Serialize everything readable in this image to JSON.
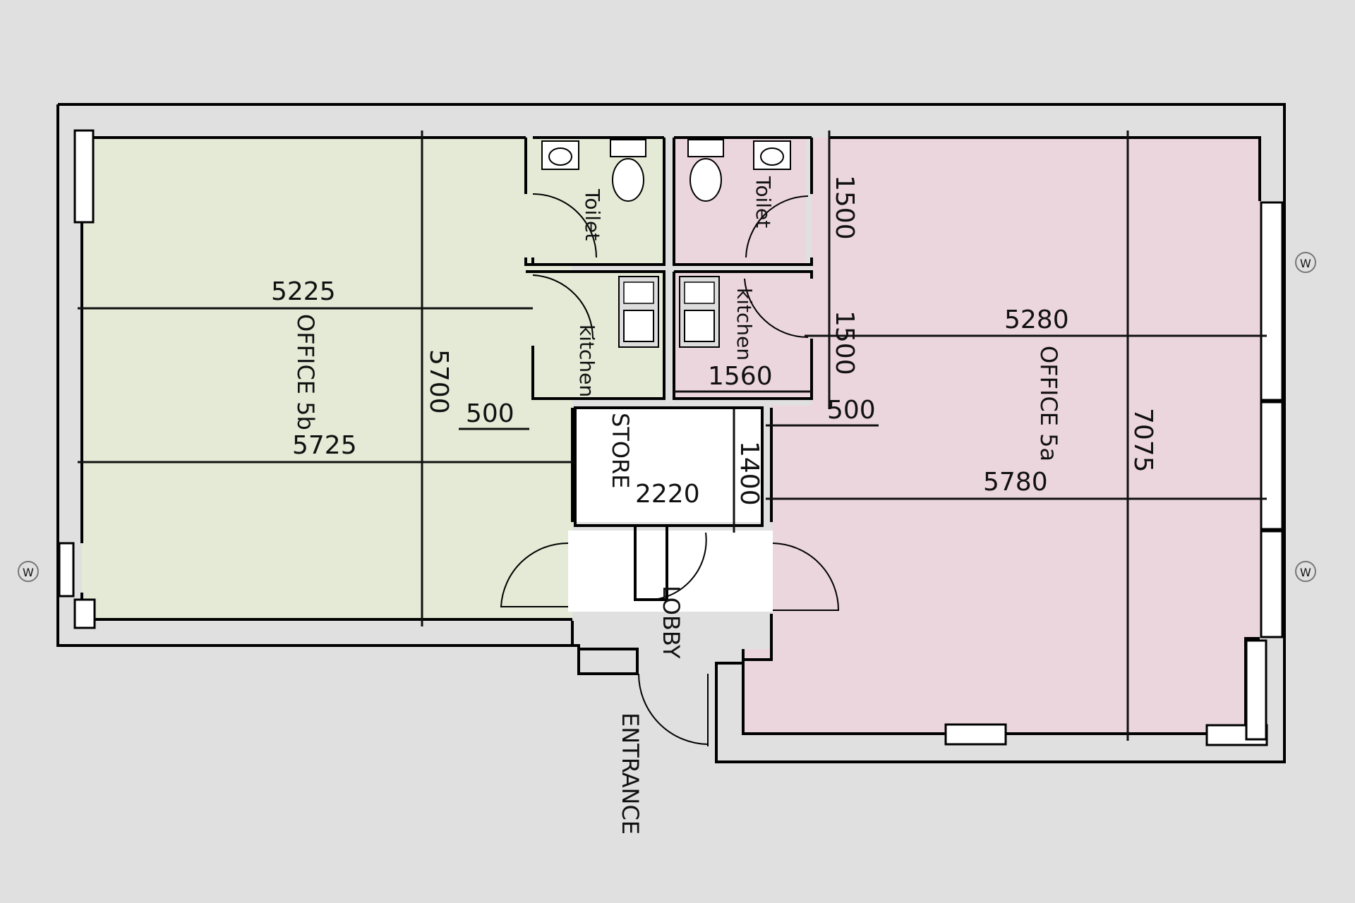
{
  "colors": {
    "background": "#e0e0e0",
    "office_5b_fill": "#e4ead6",
    "office_5a_fill": "#ecd6de",
    "lobby_fill": "#ffffff",
    "wall": "#000000",
    "text": "#111111"
  },
  "rooms": {
    "office_5b": "OFFICE 5b",
    "office_5a": "OFFICE 5a",
    "toilet_left": "Toilet",
    "toilet_right": "Toilet",
    "kitchen_left": "kitchen",
    "kitchen_right": "kitchen",
    "store": "STORE",
    "lobby": "LOBBY",
    "entrance": "ENTRANCE"
  },
  "dimensions": {
    "office_5b_width_upper": "5225",
    "office_5b_width_lower": "5725",
    "office_5b_depth": "5700",
    "office_5b_500": "500",
    "office_5a_width_upper": "5280",
    "office_5a_width_lower": "5780",
    "office_5a_depth": "7075",
    "office_5a_500": "500",
    "toilet_depth": "1500",
    "kitchen_depth": "1500",
    "kitchen_width": "1560",
    "store_width": "2220",
    "store_depth": "1400"
  },
  "window_marks": {
    "mark_left": "W",
    "mark_right_top": "W",
    "mark_right_bottom": "W"
  },
  "icons": [
    "wc-icon",
    "washbasin-icon",
    "sink-icon",
    "door-swing-icon",
    "window-icon"
  ]
}
